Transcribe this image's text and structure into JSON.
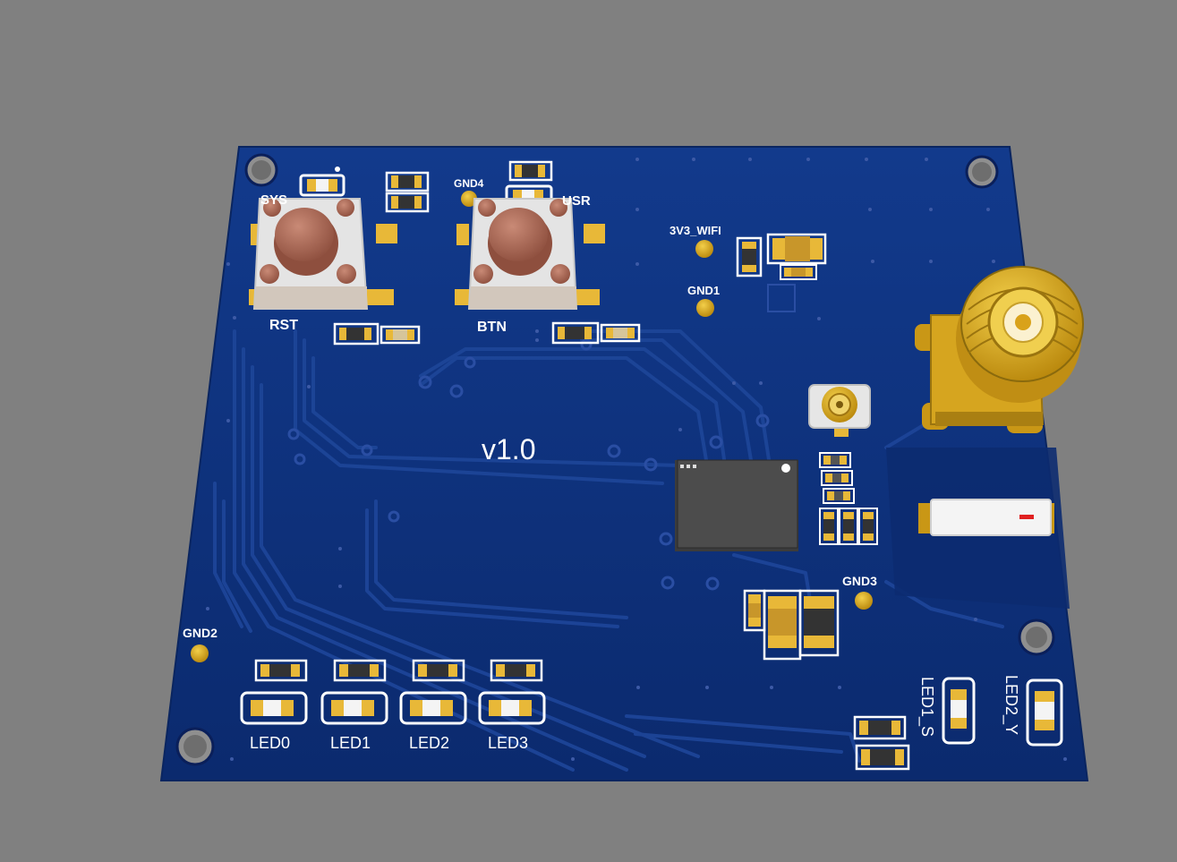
{
  "colors": {
    "background": "#808080",
    "board": "#0e2f7a",
    "trace": "#1b3e8f",
    "silkscreen": "#ffffff",
    "gold": "#d9a21a",
    "button_cap": "#b06e5a",
    "chip": "#4a4a4a"
  },
  "board": {
    "version": "v1.0"
  },
  "labels": {
    "sys": "SYS",
    "usr": "USR",
    "rst": "RST",
    "btn": "BTN",
    "gnd1": "GND1",
    "gnd2": "GND2",
    "gnd3": "GND3",
    "gnd4": "GND4",
    "v3_wifi": "3V3_WIFI",
    "led0": "LED0",
    "led1": "LED1",
    "led2": "LED2",
    "led3": "LED3",
    "led1_s": "LED1_S",
    "led2_y": "LED2_Y"
  },
  "icons": {
    "sma": "sma-connector-icon",
    "ufl": "ufl-connector-icon",
    "switch": "tactile-switch-icon",
    "mount": "mounting-hole-icon"
  }
}
